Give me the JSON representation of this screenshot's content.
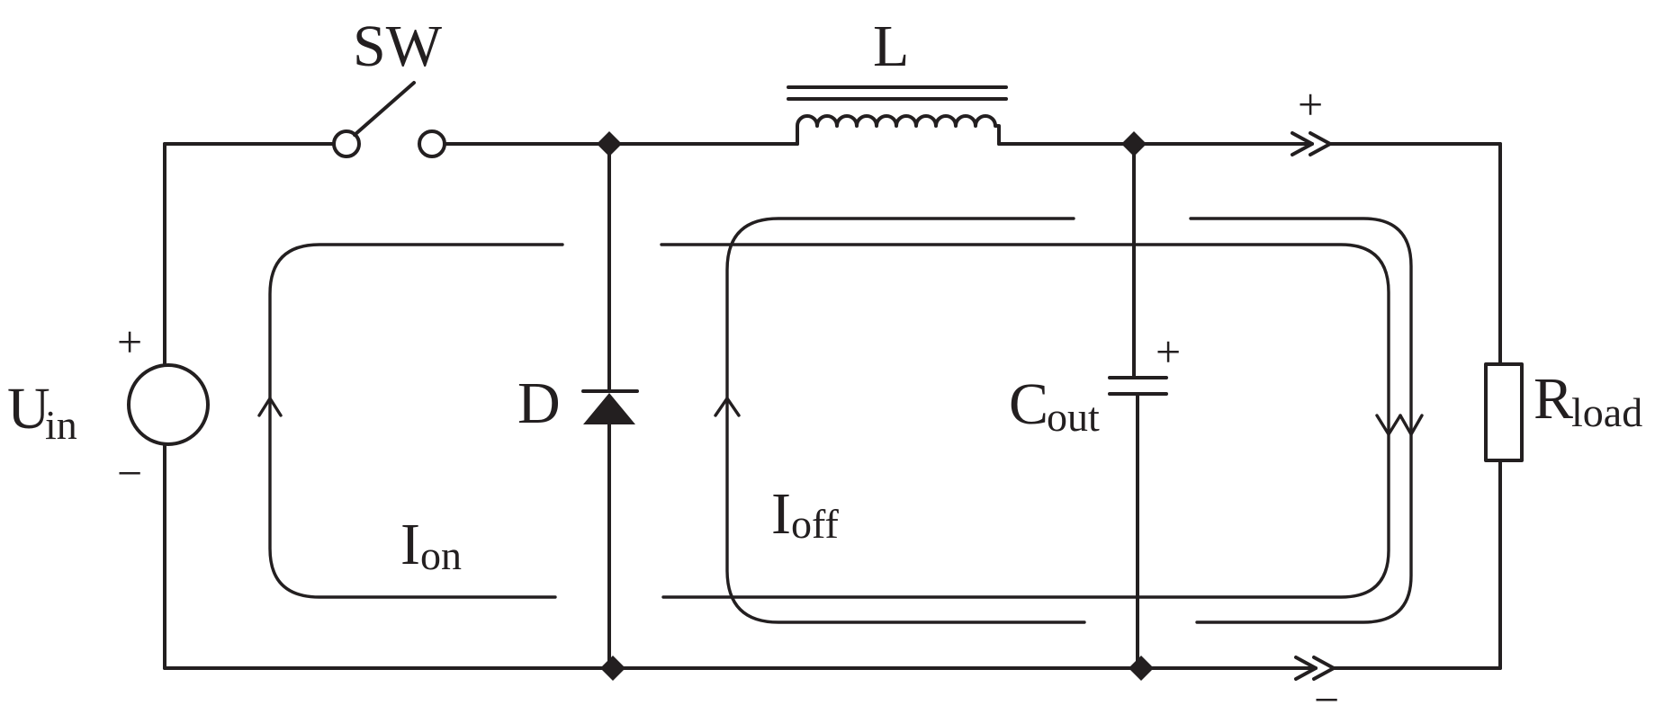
{
  "labels": {
    "switch": "SW",
    "inductor": "L",
    "diode": "D",
    "source_main": "U",
    "source_sub": "in",
    "capacitor_main": "C",
    "capacitor_sub": "out",
    "load_main": "R",
    "load_sub": "load",
    "i_on_main": "I",
    "i_on_sub": "on",
    "i_off_main": "I",
    "i_off_sub": "off"
  },
  "signs": {
    "source_plus": "+",
    "source_minus": "−",
    "cap_plus": "+",
    "out_plus": "+",
    "out_minus": "−"
  }
}
